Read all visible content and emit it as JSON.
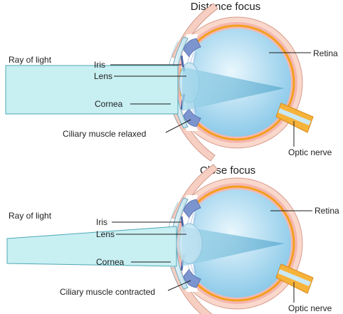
{
  "panels": [
    {
      "title": "Distance focus",
      "ray_label": "Ray of light",
      "labels": {
        "iris": "Iris",
        "lens": "Lens",
        "cornea": "Cornea",
        "ciliary": "Ciliary muscle relaxed",
        "retina": "Retina",
        "optic": "Optic nerve"
      }
    },
    {
      "title": "Close focus",
      "ray_label": "Ray of light",
      "labels": {
        "iris": "Iris",
        "lens": "Lens",
        "cornea": "Cornea",
        "ciliary": "Ciliary muscle contracted",
        "retina": "Retina",
        "optic": "Optic nerve"
      }
    }
  ],
  "colors": {
    "ray": "#c8eff2",
    "ray_stroke": "#4fa8b5",
    "vitreous": "#7ec3e6",
    "choroid": "#f4b7b0",
    "retina": "#f2a01e",
    "sclera": "#f9d8cc",
    "ciliary": "#7d95cf",
    "lens": "#cbe8f5",
    "optic": "#f6b33a"
  }
}
